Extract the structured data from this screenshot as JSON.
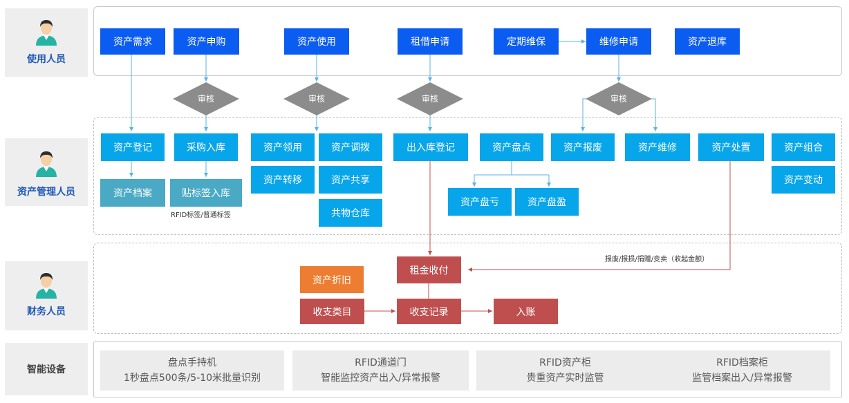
{
  "roles": {
    "users": "使用人员",
    "asset_managers": "资产管理人员",
    "finance": "财务人员",
    "devices": "智能设备"
  },
  "user_lane": {
    "asset_demand": "资产需求",
    "asset_purchase": "资产申购",
    "asset_use": "资产使用",
    "lease_apply": "租借申请",
    "periodic_maintenance": "定期维保",
    "repair_apply": "维修申请",
    "asset_return": "资产退库"
  },
  "review_label": "审核",
  "manager_lane": {
    "asset_register": "资产登记",
    "asset_archive": "资产档案",
    "purchase_storage": "采购入库",
    "label_storage": "贴标签入库",
    "label_note": "RFID标签/普通标签",
    "asset_receive": "资产领用",
    "asset_transfer": "资产调拨",
    "asset_move": "资产转移",
    "asset_share": "资产共享",
    "shared_warehouse": "共物仓库",
    "inout_register": "出入库登记",
    "asset_inventory": "资产盘点",
    "inventory_loss": "资产盘亏",
    "inventory_gain": "资产盘盈",
    "asset_scrap": "资产报废",
    "asset_repair": "资产维修",
    "asset_disposal": "资产处置",
    "asset_combine": "资产组合",
    "asset_change": "资产变动"
  },
  "finance_lane": {
    "disposal_note": "报废/报损/捐赠/变卖（收起金额）",
    "rent_payment": "租金收付",
    "depreciation": "资产折旧",
    "income_category": "收支类目",
    "income_record": "收支记录",
    "posting": "入账"
  },
  "devices": [
    {
      "title": "盘点手持机",
      "desc": "1秒盘点500条/5-10米批量识别"
    },
    {
      "title": "RFID通道门",
      "desc": "智能监控资产出入/异常报警"
    },
    {
      "title": "RFID资产柜",
      "desc": "贵重资产实时监管"
    },
    {
      "title": "RFID档案柜",
      "desc": "监管档案出入/异常报警"
    }
  ],
  "colors": {
    "primary_blue": "#0b5cf0",
    "cyan": "#07a5ea",
    "teal": "#4aa9c4",
    "finance_red": "#bf4f4f",
    "orange": "#ed7d31",
    "diamond_gray": "#8c8c8c",
    "role_text": "#1f58b5"
  }
}
